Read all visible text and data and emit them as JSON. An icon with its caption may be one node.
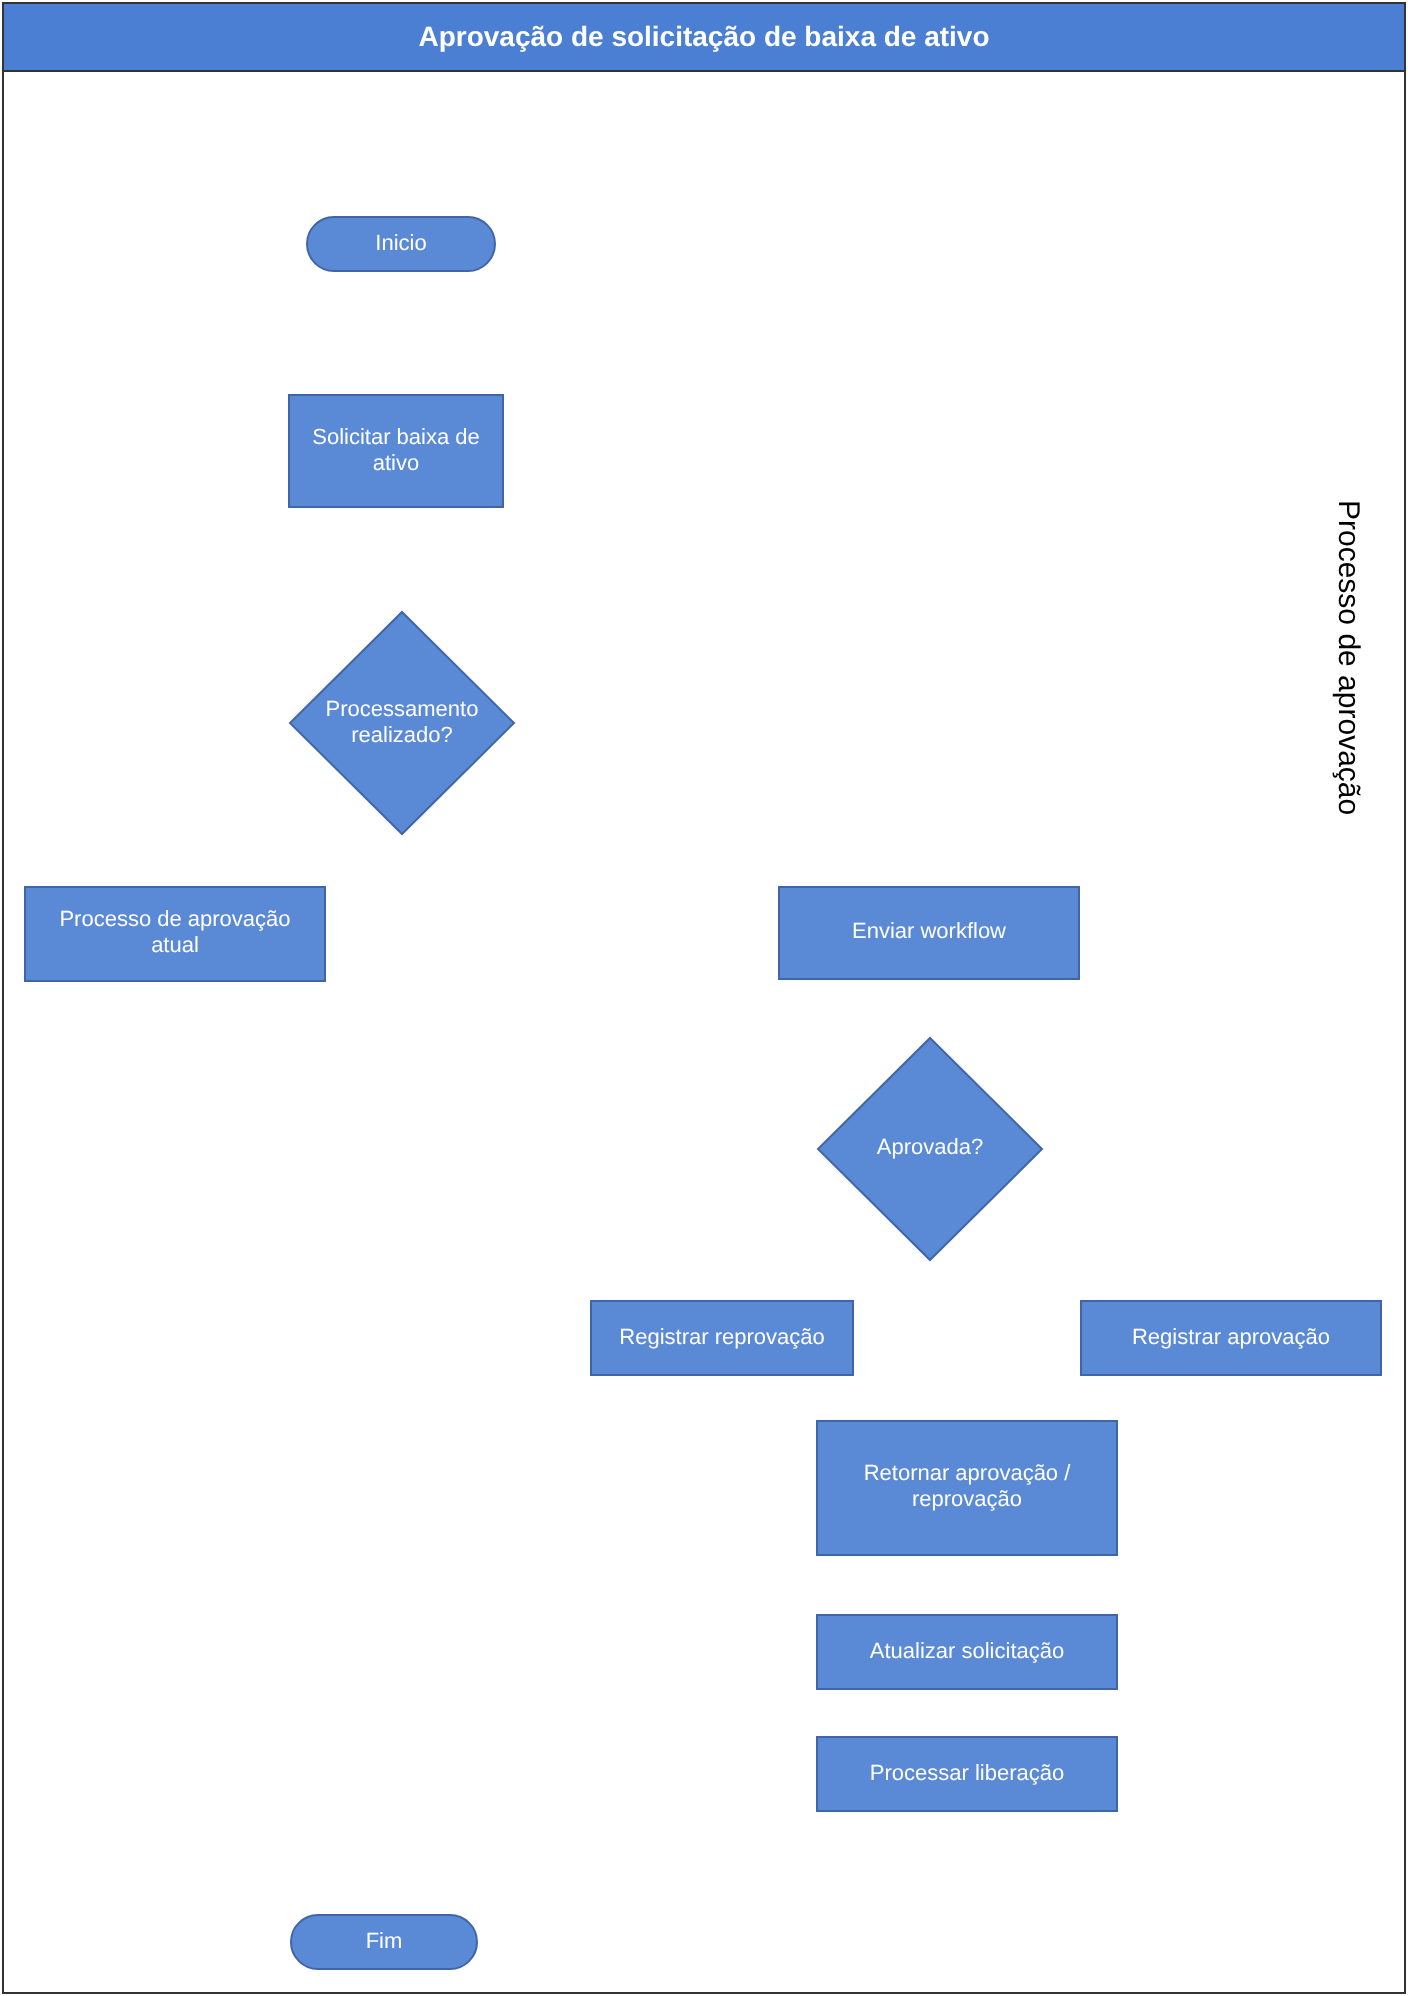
{
  "diagram": {
    "title": "Aprovação de solicitação de baixa de ativo",
    "nodes": [
      {
        "text": [
          "Inicio"
        ]
      },
      {
        "text": [
          "Solicitar baixa de ativo"
        ]
      },
      {
        "text": [
          "Processamento realizado?"
        ]
      },
      {
        "text": [
          "Processo de aprovação atual"
        ]
      },
      {
        "text": [
          "Enviar workflow"
        ]
      },
      {
        "text": [
          "Aprovada?"
        ]
      },
      {
        "text": [
          "Registrar reprovação"
        ]
      },
      {
        "text": [
          "Registrar aprovação"
        ]
      },
      {
        "text": [
          "Retornar aprovação / reprovação"
        ]
      },
      {
        "text": [
          "Atualizar solicitação"
        ]
      },
      {
        "text": [
          "Processar liberação"
        ]
      },
      {
        "text": [
          "Fim"
        ]
      }
    ],
    "edges": [],
    "labels": [
      "Processo de aprovação"
    ]
  }
}
